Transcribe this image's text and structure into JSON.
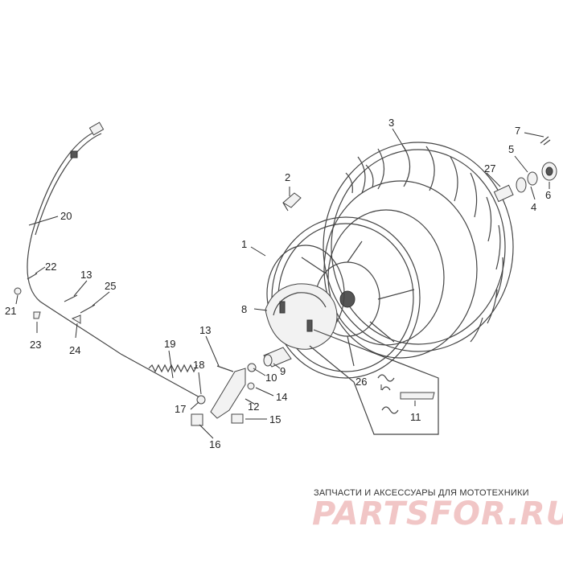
{
  "labels": [
    {
      "id": "1",
      "text": "1"
    },
    {
      "id": "2",
      "text": "2"
    },
    {
      "id": "3",
      "text": "3"
    },
    {
      "id": "4",
      "text": "4"
    },
    {
      "id": "5",
      "text": "5"
    },
    {
      "id": "6",
      "text": "6"
    },
    {
      "id": "7",
      "text": "7"
    },
    {
      "id": "8",
      "text": "8"
    },
    {
      "id": "9",
      "text": "9"
    },
    {
      "id": "10",
      "text": "10"
    },
    {
      "id": "11",
      "text": "11"
    },
    {
      "id": "12",
      "text": "12"
    },
    {
      "id": "13a",
      "text": "13"
    },
    {
      "id": "13b",
      "text": "13"
    },
    {
      "id": "14",
      "text": "14"
    },
    {
      "id": "15",
      "text": "15"
    },
    {
      "id": "16",
      "text": "16"
    },
    {
      "id": "17",
      "text": "17"
    },
    {
      "id": "18",
      "text": "18"
    },
    {
      "id": "19",
      "text": "19"
    },
    {
      "id": "20",
      "text": "20"
    },
    {
      "id": "21",
      "text": "21"
    },
    {
      "id": "22",
      "text": "22"
    },
    {
      "id": "23",
      "text": "23"
    },
    {
      "id": "24",
      "text": "24"
    },
    {
      "id": "25",
      "text": "25"
    },
    {
      "id": "26",
      "text": "26"
    },
    {
      "id": "27",
      "text": "27"
    }
  ],
  "watermark": {
    "caption": "ЗАПЧАСТИ И АКСЕССУАРЫ ДЛЯ МОТОТЕХНИКИ",
    "logo": "PARTSFOR.RU"
  },
  "colors": {
    "line": "#333333",
    "watermark_logo": "#f1c6c6"
  }
}
